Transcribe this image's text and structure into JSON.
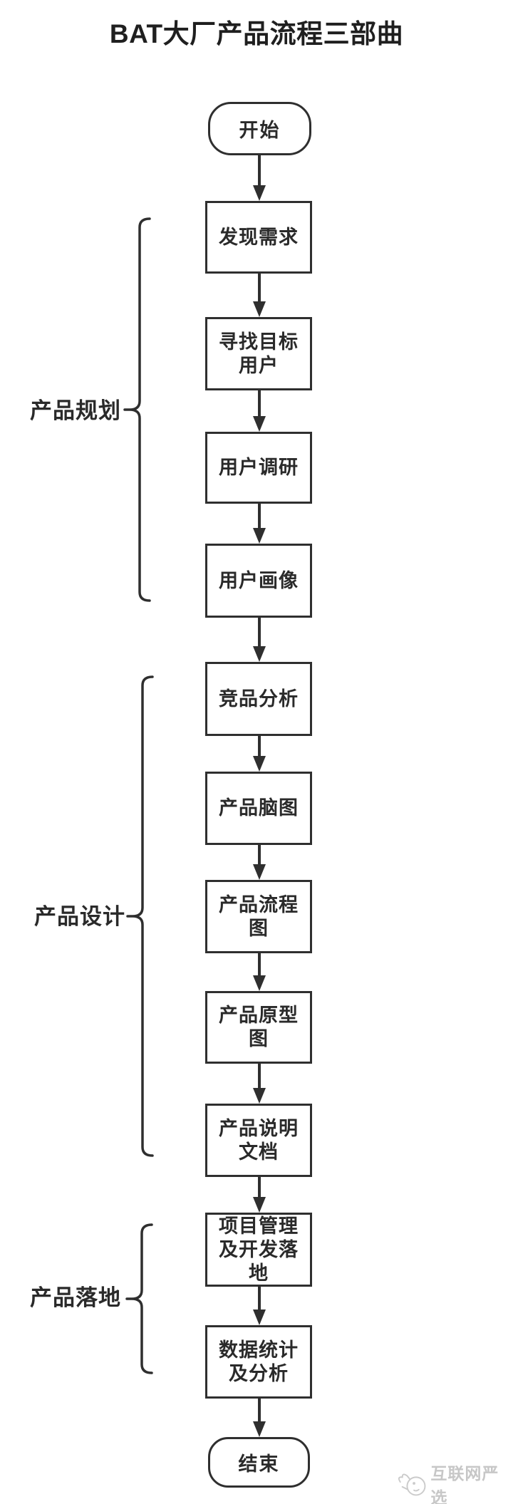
{
  "title": "BAT大厂产品流程三部曲",
  "nodes": {
    "start": "开始",
    "end": "结束"
  },
  "steps": [
    {
      "label": "发现需求"
    },
    {
      "label": "寻找目标用户"
    },
    {
      "label": "用户调研"
    },
    {
      "label": "用户画像"
    },
    {
      "label": "竞品分析"
    },
    {
      "label": "产品脑图"
    },
    {
      "label": "产品流程图"
    },
    {
      "label": "产品原型图"
    },
    {
      "label": "产品说明文档"
    },
    {
      "label": "项目管理及开发落地"
    },
    {
      "label": "数据统计及分析"
    }
  ],
  "groups": [
    {
      "label": "产品规划",
      "covers": [
        "发现需求",
        "寻找目标用户",
        "用户调研",
        "用户画像"
      ]
    },
    {
      "label": "产品设计",
      "covers": [
        "竞品分析",
        "产品脑图",
        "产品流程图",
        "产品原型图",
        "产品说明文档"
      ]
    },
    {
      "label": "产品落地",
      "covers": [
        "项目管理及开发落地",
        "数据统计及分析"
      ]
    }
  ],
  "watermark": {
    "text": "互联网严选",
    "icon": "penguin-logo-icon"
  },
  "colors": {
    "line": "#2f2f2f",
    "text": "#2a2a2a",
    "background": "#ffffff",
    "watermark": "#c7c7c7"
  }
}
